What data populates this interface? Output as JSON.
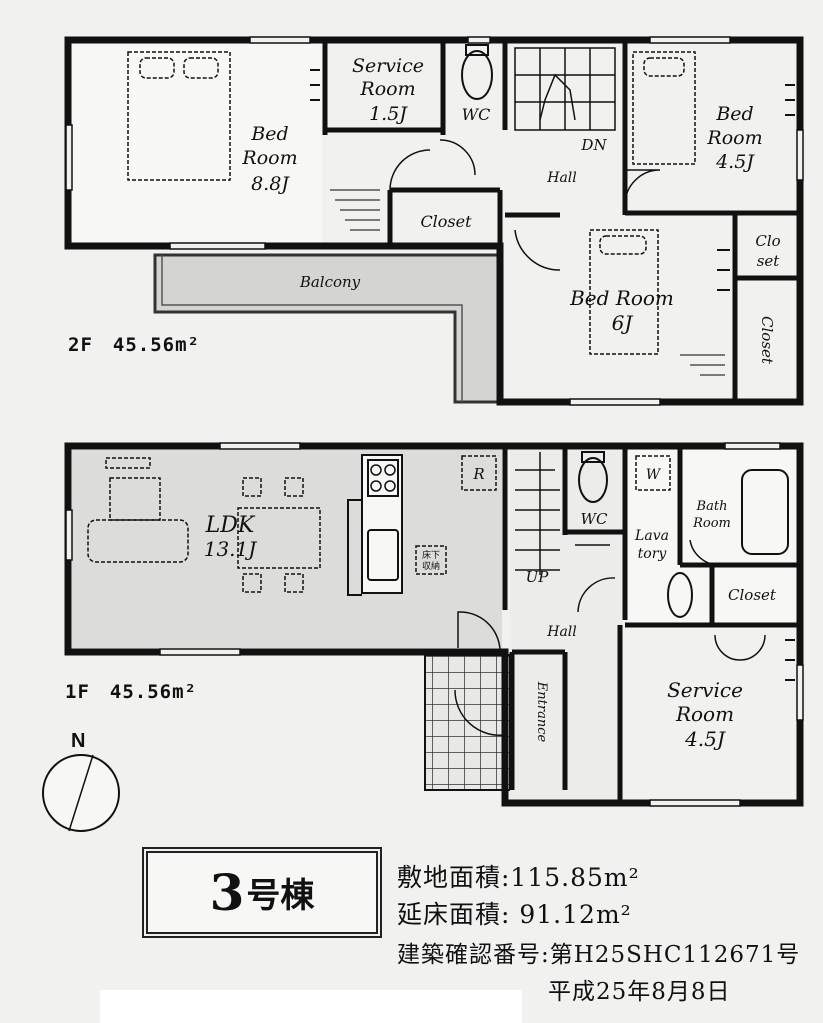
{
  "floor2": {
    "label": "2F　45.56m²",
    "rooms": {
      "bed_room_large": [
        "Bed",
        "Room",
        "8.8J"
      ],
      "service_room": [
        "Service",
        "Room",
        "1.5J"
      ],
      "wc": "WC",
      "bed_room_ne": [
        "Bed",
        "Room",
        "4.5J"
      ],
      "dn": "DN",
      "hall": "Hall",
      "closet": "Closet",
      "closet_small": [
        "Clo",
        "set"
      ],
      "bed_room_6": [
        "Bed Room",
        "6J"
      ],
      "closet_vertical": "Closet",
      "balcony": "Balcony"
    }
  },
  "floor1": {
    "label": "1F　45.56m²",
    "rooms": {
      "ldk": [
        "LDK",
        "13.1J"
      ],
      "refrigerator": "R",
      "underfloor_storage": [
        "床下",
        "収納"
      ],
      "wc": "WC",
      "washer": "W",
      "bath_room": [
        "Bath",
        "Room"
      ],
      "lavatory": [
        "Lava",
        "tory"
      ],
      "closet": "Closet",
      "up": "UP",
      "hall": "Hall",
      "entrance": "Entrance",
      "service_room": [
        "Service",
        "Room",
        "4.5J"
      ]
    }
  },
  "compass": {
    "north": "N"
  },
  "building": {
    "number": "3",
    "suffix": "号棟"
  },
  "info": {
    "site_area": "敷地面積:115.85m²",
    "floor_area": "延床面積: 91.12m²",
    "permit_number": "建築確認番号:第H25SHC112671号",
    "permit_date": "平成25年8月8日"
  }
}
